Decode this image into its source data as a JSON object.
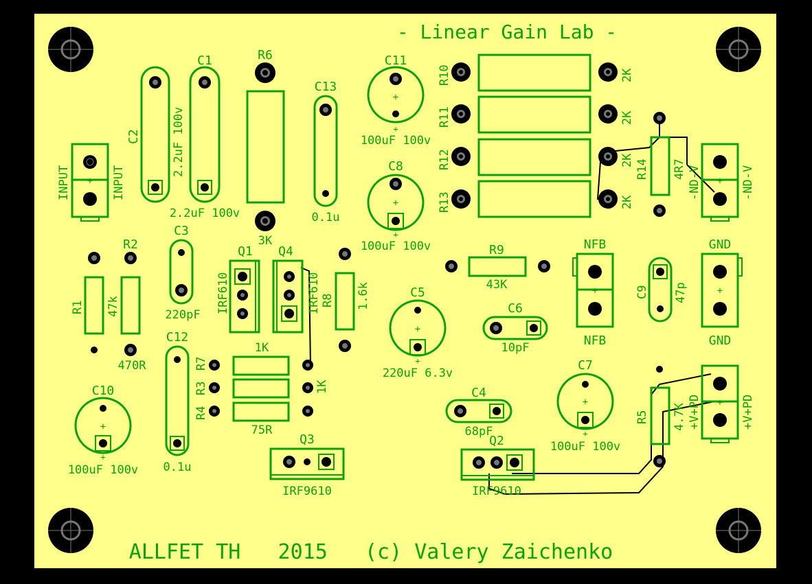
{
  "colors": {
    "background": "#000000",
    "board": "#ffff8c",
    "silk": "#0ca10c",
    "pad": "#000000",
    "ring": "#7a7a7a",
    "trace": "#000000"
  },
  "board": {
    "title": "- Linear Gain Lab -",
    "footer": "ALLFET TH   2015   (c) Valery Zaichenko"
  },
  "components": {
    "C1": "C1",
    "C2": "C2",
    "C2_value": "2.2uF 100v",
    "C1_value": "2.2uF 100v",
    "R6": "R6",
    "R6_value": "3K",
    "C13": "C13",
    "C13_value": "0.1u",
    "C11": "C11",
    "C11_value": "100uF 100v",
    "C8": "C8",
    "C8_value": "100uF 100v",
    "R10": "R10",
    "R11": "R11",
    "R12": "R12",
    "R13": "R13",
    "R10_value": "2K",
    "R11_value": "2K",
    "R12_value": "2K",
    "R13_value": "2K",
    "R14": "R14",
    "R14_value": "4R7",
    "J_neg_left": "-ND-V",
    "J_neg_right": "-ND-V",
    "J_input_left": "INPUT",
    "J_input_right": "INPUT",
    "R2": "R2",
    "R1": "R1",
    "R1_value": "47k",
    "R2_value": "470R",
    "C3": "C3",
    "C3_value": "220pF",
    "Q1": "Q1",
    "Q4": "Q4",
    "Q1_value": "IRF610",
    "Q4_value": "IRF610",
    "R8": "R8",
    "R8_value": "1.6k",
    "R9": "R9",
    "R9_value": "43K",
    "NFB_top": "NFB",
    "NFB_bottom": "NFB",
    "GND_top": "GND",
    "GND_bottom": "GND",
    "C9": "C9",
    "C9_value": "47p",
    "C5": "C5",
    "C5_value": "220uF 6.3v",
    "C6": "C6",
    "C6_value": "10pF",
    "R7": "R7",
    "R3": "R3",
    "R4": "R4",
    "R7_value": "1K",
    "R3_value": "1K",
    "R4_value": "75R",
    "C12": "C12",
    "C12_value": "0.1u",
    "C10": "C10",
    "C10_value": "100uF 100v",
    "Q3": "Q3",
    "Q3_value": "IRF9610",
    "C4": "C4",
    "C4_value": "68pF",
    "Q2": "Q2",
    "Q2_value": "IRF9610",
    "C7": "C7",
    "C7_value": "100uF 100v",
    "R5": "R5",
    "R5_value": "4.7K",
    "J_pos_left": "+V+PD",
    "J_pos_right": "+V+PD",
    "plus": "+"
  }
}
